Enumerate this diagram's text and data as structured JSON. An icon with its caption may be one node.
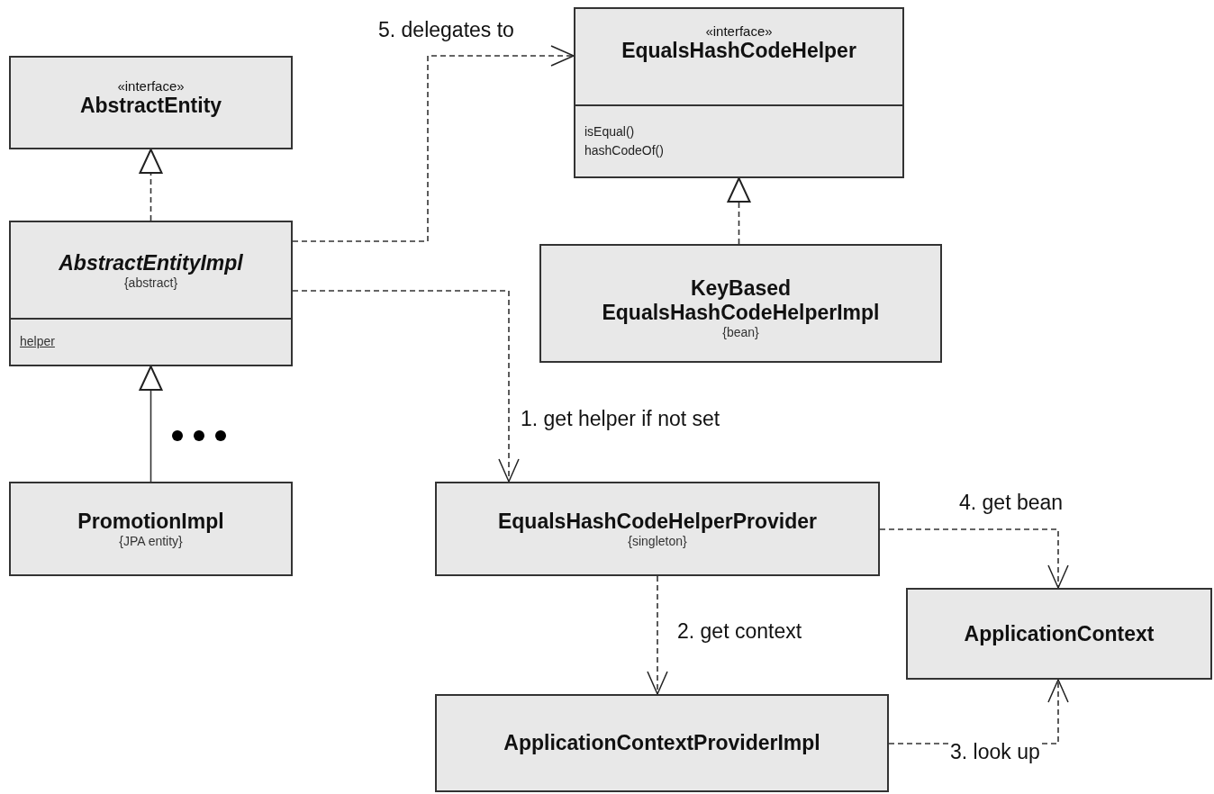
{
  "diagram": {
    "nodes": [
      {
        "text": [
          "«interface»",
          "AbstractEntity"
        ]
      },
      {
        "text": [
          "AbstractEntityImpl",
          "{abstract}",
          "helper"
        ]
      },
      {
        "text": [
          "PromotionImpl",
          "{JPA entity}"
        ]
      },
      {
        "text": [
          "«interface»",
          "EqualsHashCodeHelper",
          "isEqual()",
          "hashCodeOf()"
        ]
      },
      {
        "text": [
          "KeyBased EqualsHashCodeHelperImpl",
          "{bean}"
        ]
      },
      {
        "text": [
          "EqualsHashCodeHelperProvider",
          "{singleton}"
        ]
      },
      {
        "text": [
          "ApplicationContextProviderImpl"
        ]
      },
      {
        "text": [
          "ApplicationContext"
        ]
      }
    ],
    "edges": [
      {
        "from": 1,
        "to": 0,
        "arrow": "to",
        "style": "dashed"
      },
      {
        "from": 2,
        "to": 1,
        "arrow": "to"
      },
      {
        "from": 4,
        "to": 3,
        "arrow": "to",
        "style": "dashed"
      },
      {
        "from": 1,
        "to": 3,
        "arrow": "to",
        "style": "dashed",
        "label": "5. delegates to"
      },
      {
        "from": 1,
        "to": 5,
        "arrow": "to",
        "style": "dashed",
        "label": "1. get helper if not set"
      },
      {
        "from": 5,
        "to": 6,
        "arrow": "to",
        "style": "dashed",
        "label": "2. get context"
      },
      {
        "from": 6,
        "to": 7,
        "arrow": "to",
        "style": "dashed",
        "label": "3. look up"
      },
      {
        "from": 5,
        "to": 7,
        "arrow": "to",
        "style": "dashed",
        "label": "4. get bean"
      }
    ]
  }
}
